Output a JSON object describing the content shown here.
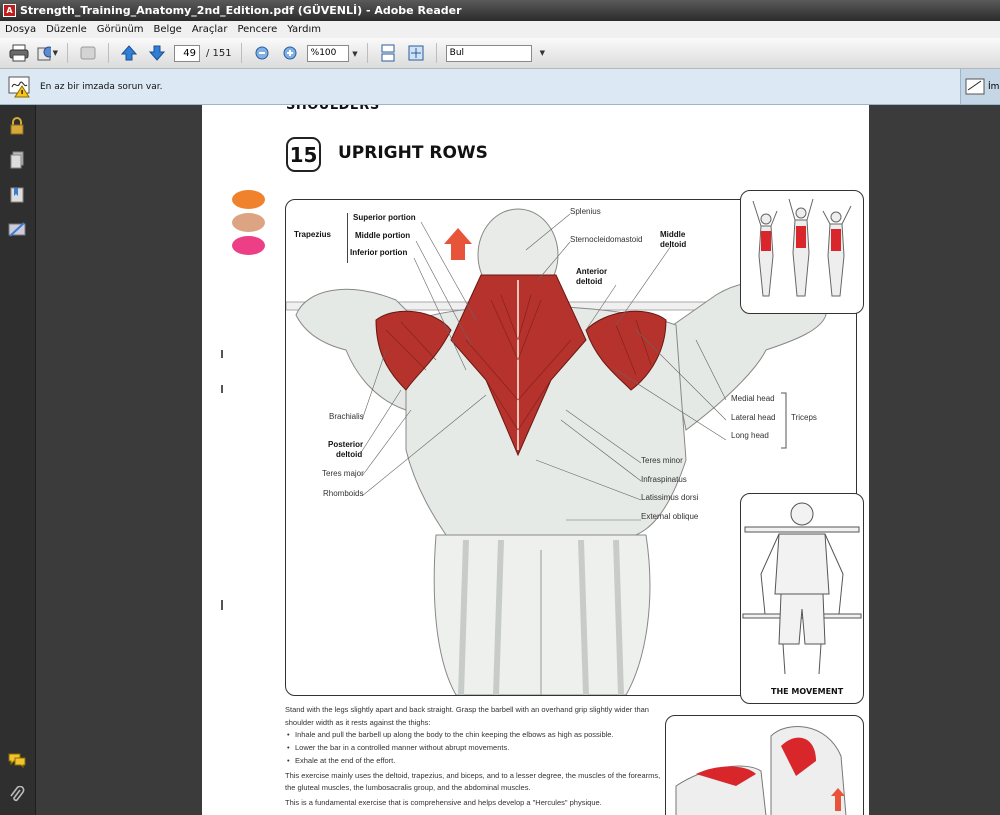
{
  "window": {
    "title": "Strength_Training_Anatomy_2nd_Edition.pdf (GÜVENLİ) - Adobe Reader"
  },
  "menu": [
    "Dosya",
    "Düzenle",
    "Görünüm",
    "Belge",
    "Araçlar",
    "Pencere",
    "Yardım"
  ],
  "toolbar": {
    "current_page": "49",
    "total_pages": "/ 151",
    "zoom": "%100",
    "find_placeholder": "Bul"
  },
  "signature_bar": {
    "message": "En az bir imzada sorun var.",
    "right_label": "İm"
  },
  "page": {
    "chapter": "SHOULDERS",
    "exercise_number": "15",
    "exercise_title": "UPRIGHT ROWS",
    "labels": {
      "trapezius": "Trapezius",
      "superior": "Superior portion",
      "middle": "Middle portion",
      "inferior": "Inferior portion",
      "splenius": "Splenius",
      "sterno": "Sternocleidomastoid",
      "middle_deltoid_1": "Middle",
      "middle_deltoid_2": "deltoid",
      "anterior_deltoid_1": "Anterior",
      "anterior_deltoid_2": "deltoid",
      "brachialis": "Brachialis",
      "posterior_deltoid_1": "Posterior",
      "posterior_deltoid_2": "deltoid",
      "teres_major": "Teres major",
      "rhomboids": "Rhomboids",
      "medial_head": "Medial head",
      "lateral_head": "Lateral head",
      "long_head": "Long head",
      "triceps": "Triceps",
      "teres_minor": "Teres minor",
      "infraspinatus": "Infraspinatus",
      "latissimus": "Latissimus dorsi",
      "external_oblique": "External oblique"
    },
    "movement_caption": "THE MOVEMENT",
    "text": {
      "p1": "Stand with the legs slightly apart and back straight. Grasp the barbell with an overhand grip slightly wider than shoulder width as it rests against the thighs:",
      "b1": "Inhale and pull the barbell up along the body to the chin keeping the elbows as high as possible.",
      "b2": "Lower the bar in a controlled manner without abrupt movements.",
      "b3": "Exhale at the end of the effort.",
      "p2": "This exercise mainly uses the deltoid, trapezius, and biceps, and to a lesser degree, the muscles of the forearms, the gluteal muscles, the lumbosacralis group, and the abdominal muscles.",
      "p3": "This is a fundamental exercise that is comprehensive and helps develop a \"Hercules\" physique."
    },
    "colors": {
      "dot1": "#f0822e",
      "dot2": "#dca482",
      "dot3": "#ec3f85"
    }
  }
}
